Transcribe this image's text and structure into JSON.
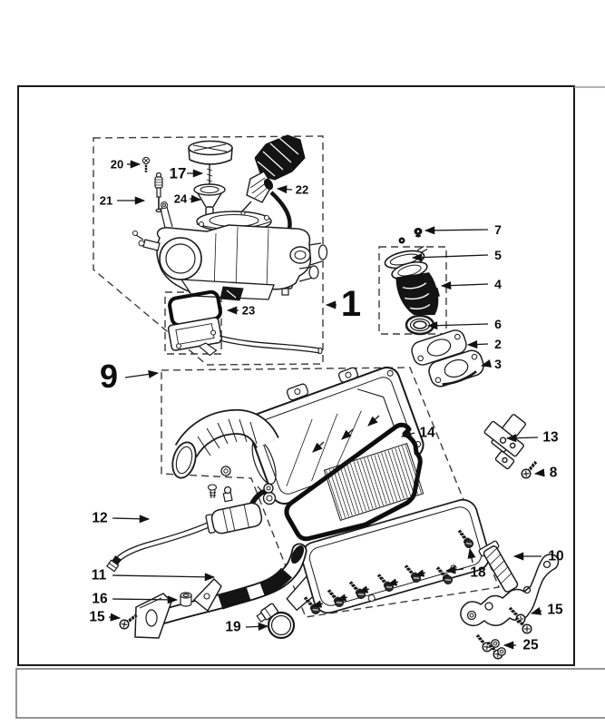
{
  "page": {
    "background": "#ffffff",
    "ink": "#1a1a1a",
    "dash_color": "#3c3c3c",
    "frame_color": "#1a1a1a",
    "footer_frame_color": "#7a7a7a"
  },
  "callouts": {
    "c1": "1",
    "c2": "2",
    "c3": "3",
    "c4": "4",
    "c5": "5",
    "c6": "6",
    "c7": "7",
    "c8": "8",
    "c9": "9",
    "c10": "10",
    "c11": "11",
    "c12": "12",
    "c13": "13",
    "c14": "14",
    "c15_left": "15",
    "c15_right": "15",
    "c16": "16",
    "c17": "17",
    "c18": "18",
    "c19": "19",
    "c20": "20",
    "c21": "21",
    "c22": "22",
    "c23": "23",
    "c24": "24",
    "c25": "25"
  }
}
